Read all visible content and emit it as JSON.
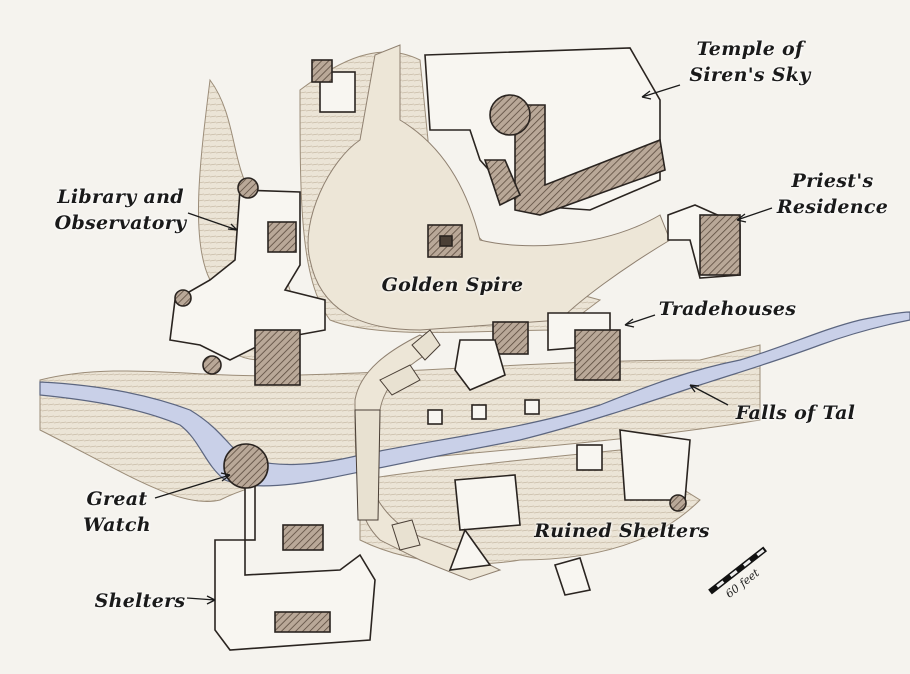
{
  "map": {
    "labels": {
      "temple": [
        "Temple of",
        "Siren's Sky"
      ],
      "priest": [
        "Priest's",
        "Residence"
      ],
      "library": [
        "Library and",
        "Observatory"
      ],
      "spire": "Golden Spire",
      "tradehouses": "Tradehouses",
      "falls": "Falls of Tal",
      "watch": [
        "Great",
        "Watch"
      ],
      "ruined": "Ruined Shelters",
      "shelters": "Shelters"
    },
    "scale": "60 feet",
    "colors": {
      "paper": "#f5f3ee",
      "river": "#c9d0e8",
      "ink": "#2a2420",
      "roof": "#8a7563",
      "ground": "#efe9dc"
    }
  }
}
